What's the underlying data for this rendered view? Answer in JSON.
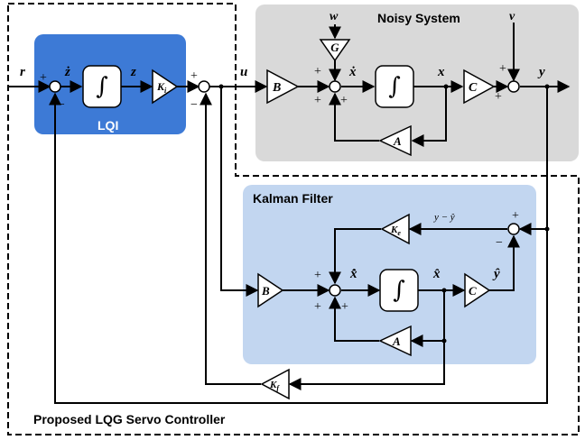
{
  "regions": {
    "noisy_system": "Noisy System",
    "lqi": "LQI",
    "kalman_filter": "Kalman Filter",
    "controller": "Proposed LQG Servo Controller"
  },
  "blocks": {
    "integrator": "∫",
    "ki": "K",
    "ki_sub": "i",
    "b": "B",
    "c": "C",
    "a": "A",
    "g": "G",
    "ke": "K",
    "ke_sub": "e",
    "kf": "K",
    "kf_sub": "f"
  },
  "signals": {
    "r": "r",
    "z_dot": "ż",
    "z": "z",
    "u": "u",
    "x_dot": "ẋ",
    "x": "x",
    "y": "y",
    "w": "w",
    "v": "v",
    "error": "y − ŷ",
    "xhat_dot": "x̂̇",
    "xhat": "x̂",
    "yhat": "ŷ"
  },
  "signs": {
    "plus": "+",
    "minus": "−"
  },
  "colors": {
    "noisy_bg": "#d9d9d9",
    "lqi_bg": "#3d7ad6",
    "kalman_bg": "#c2d6f0",
    "block_bg": "#ffffff",
    "line": "#000000"
  }
}
